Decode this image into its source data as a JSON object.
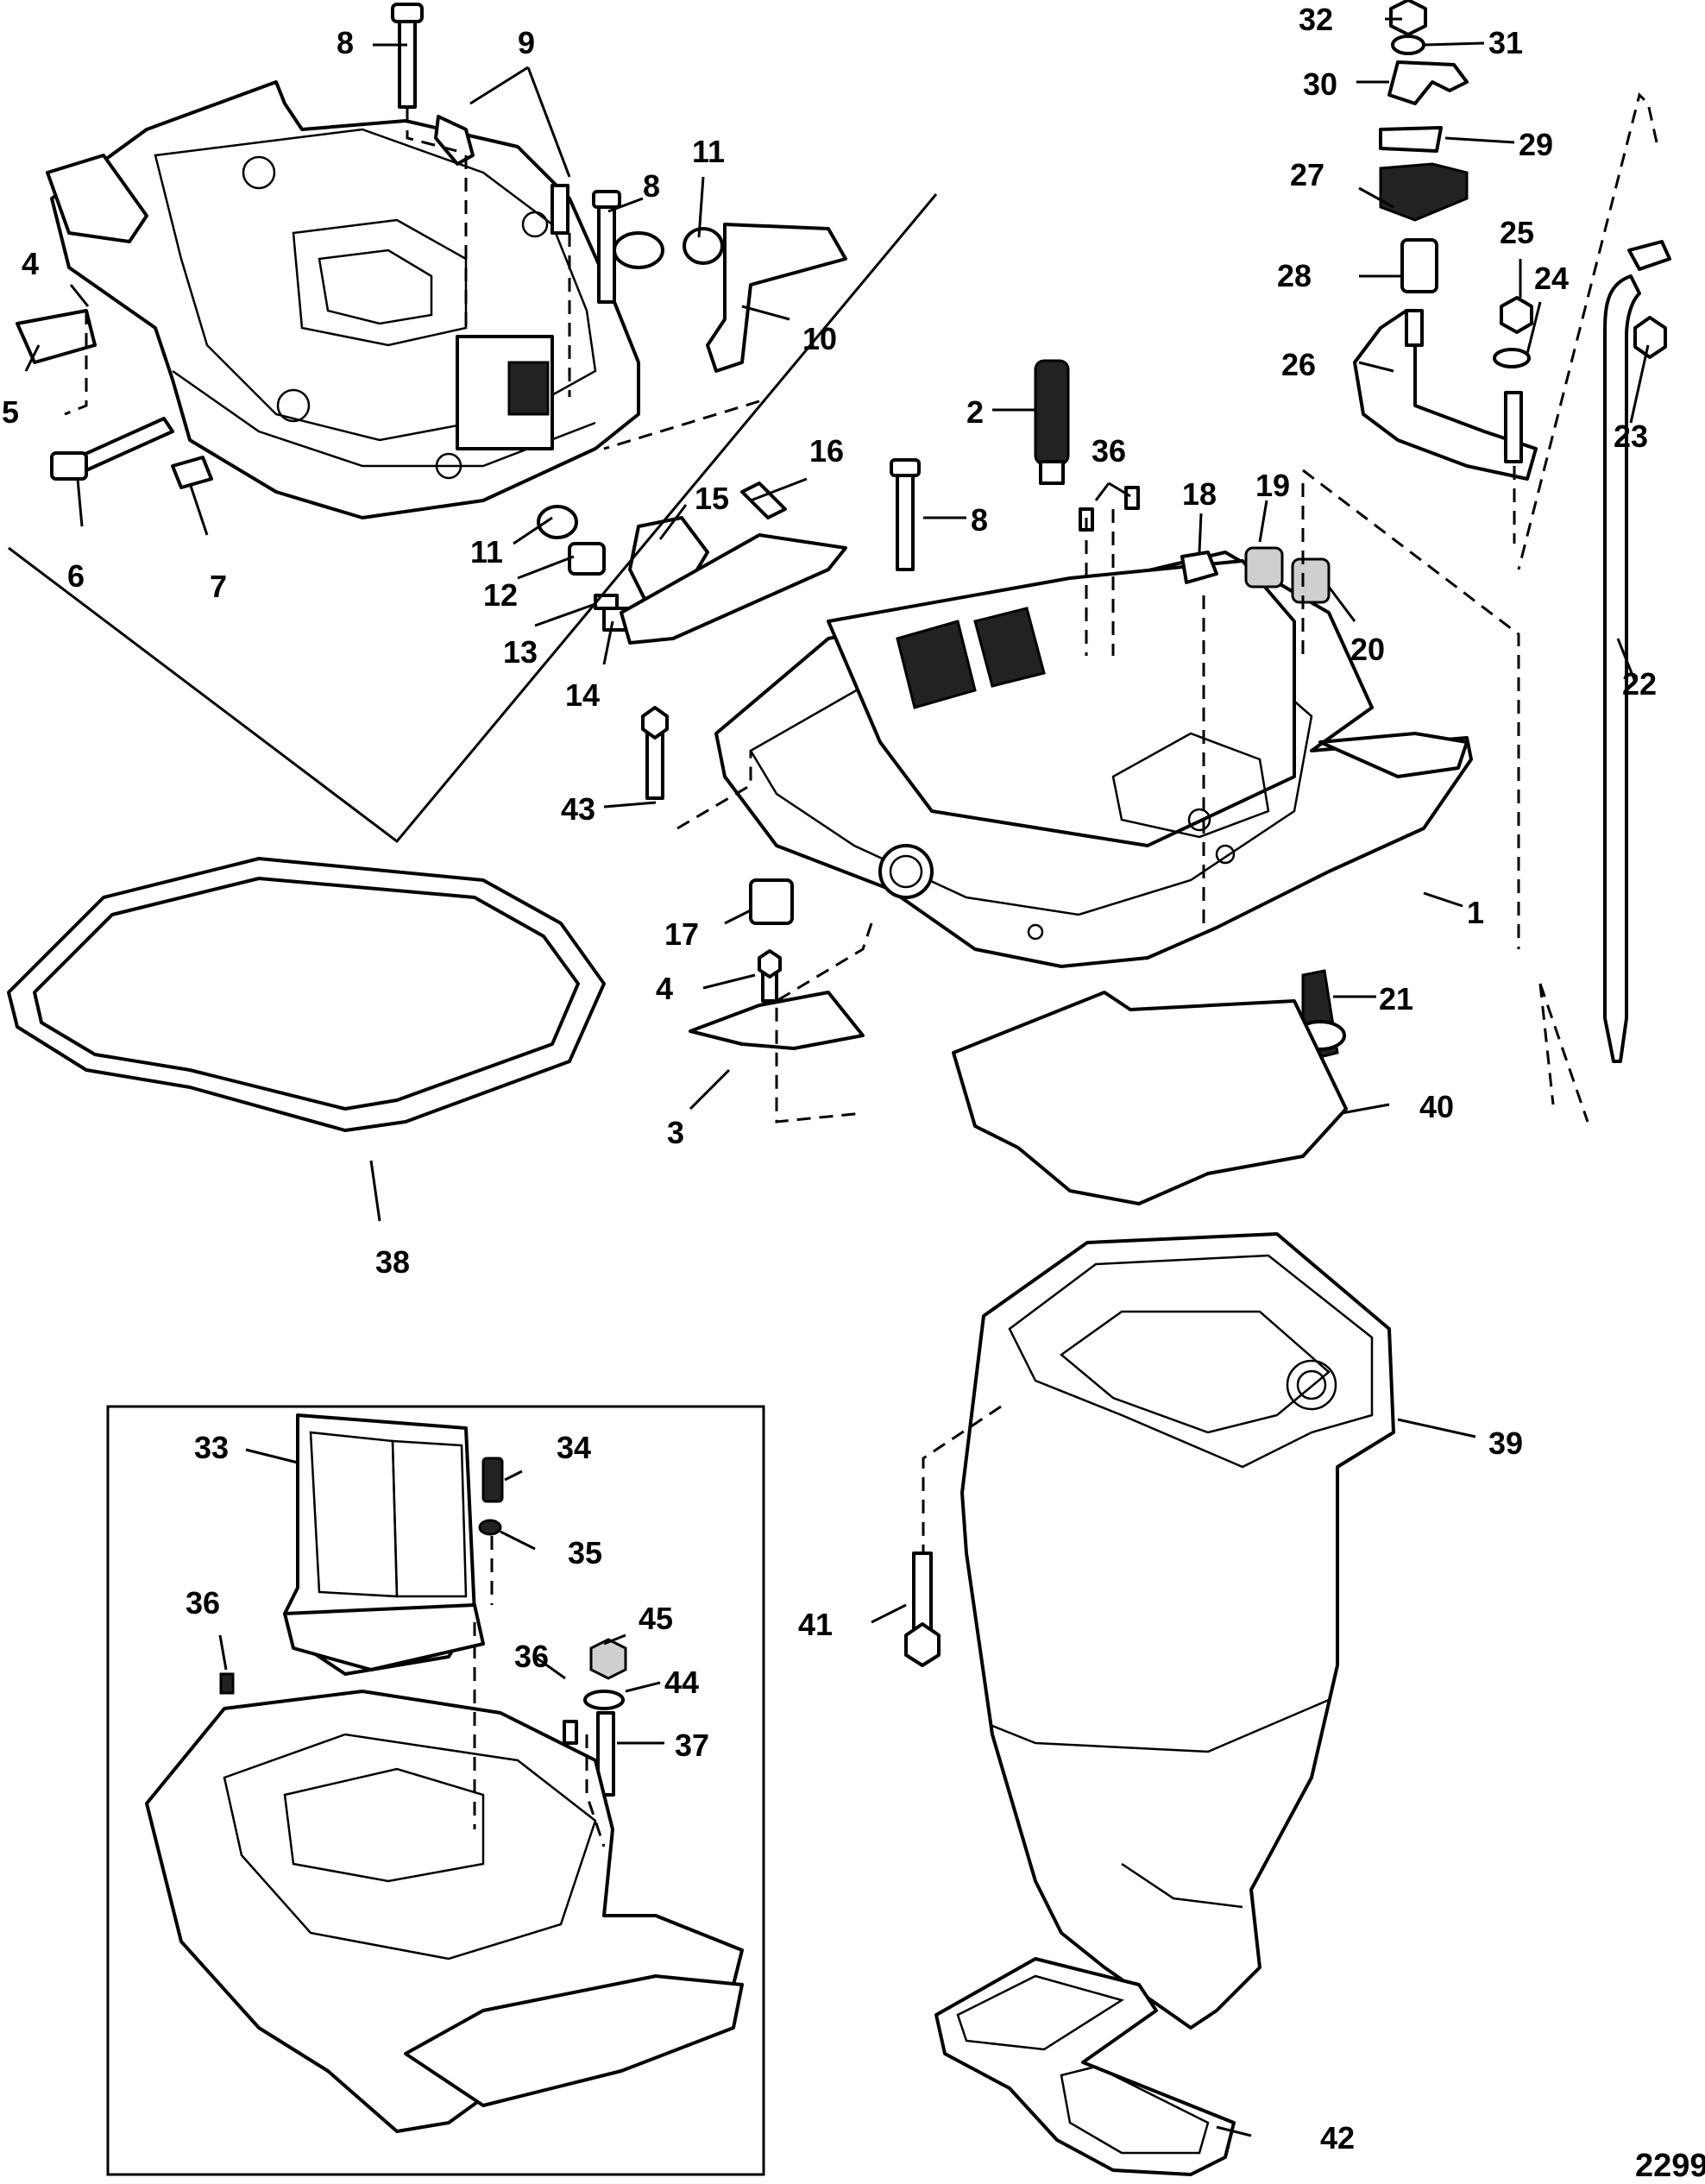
{
  "figure_number": "2299",
  "callouts": [
    "1",
    "2",
    "3",
    "4",
    "5",
    "6",
    "7",
    "8",
    "9",
    "10",
    "11",
    "12",
    "13",
    "14",
    "15",
    "16",
    "17",
    "18",
    "19",
    "20",
    "21",
    "22",
    "23",
    "24",
    "25",
    "26",
    "27",
    "28",
    "29",
    "30",
    "31",
    "32",
    "33",
    "34",
    "35",
    "36",
    "37",
    "38",
    "39",
    "40",
    "41",
    "42",
    "43",
    "44",
    "45"
  ],
  "labels": {
    "c8a": "8",
    "c9": "9",
    "c4a": "4",
    "c5": "5",
    "c6": "6",
    "c7": "7",
    "c11a": "11",
    "c8b": "8",
    "c10": "10",
    "c11b": "11",
    "c12": "12",
    "c13": "13",
    "c14": "14",
    "c15": "15",
    "c16": "16",
    "c32": "32",
    "c31": "31",
    "c30": "30",
    "c29": "29",
    "c27": "27",
    "c25": "25",
    "c24": "24",
    "c28": "28",
    "c26": "26",
    "c23": "23",
    "c2": "2",
    "c36a": "36",
    "c8c": "8",
    "c18": "18",
    "c19": "19",
    "c20": "20",
    "c22": "22",
    "c43": "43",
    "c17": "17",
    "c1": "1",
    "c4b": "4",
    "c21": "21",
    "c40": "40",
    "c3": "3",
    "c38": "38",
    "c33": "33",
    "c34": "34",
    "c35": "35",
    "c36b": "36",
    "c45": "45",
    "c44": "44",
    "c36c": "36",
    "c37": "37",
    "c39": "39",
    "c41": "41",
    "c42": "42"
  }
}
